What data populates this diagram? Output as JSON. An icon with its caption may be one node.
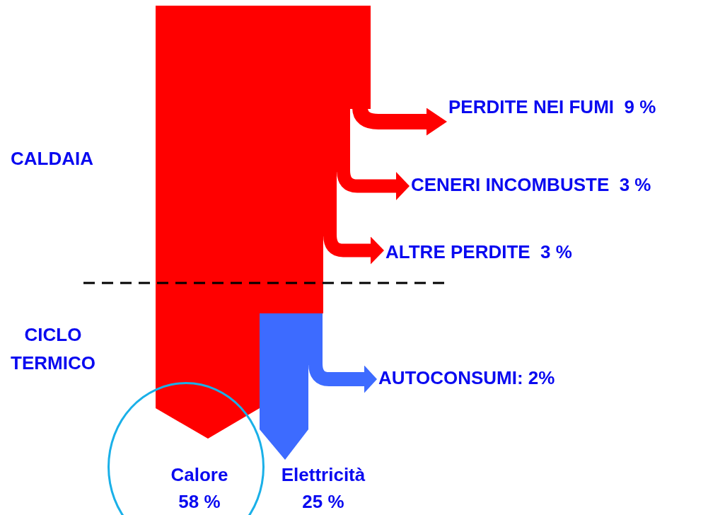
{
  "diagram": {
    "nodes": [
      {
        "text": [
          "PERDITE NEI FUMI  9 %"
        ]
      },
      {
        "text": [
          "CENERI INCOMBUSTE  3 %"
        ]
      },
      {
        "text": [
          "ALTRE PERDITE  3 %"
        ]
      },
      {
        "text": [
          "AUTOCONSUMI: 2%"
        ]
      },
      {
        "text": [
          "Calore 58 %"
        ]
      },
      {
        "text": [
          "Elettricità 25 %"
        ]
      }
    ],
    "edges": [
      {
        "from": null,
        "to": 0,
        "arrow": "to"
      },
      {
        "from": null,
        "to": 1,
        "arrow": "to"
      },
      {
        "from": null,
        "to": 2,
        "arrow": "to"
      },
      {
        "from": null,
        "to": 3,
        "arrow": "to",
        "color": "#3d6bff"
      },
      {
        "from": null,
        "to": 4,
        "arrow": "to"
      },
      {
        "from": null,
        "to": 5,
        "arrow": "to",
        "color": "#3d6bff"
      }
    ],
    "labels": [
      "CALDAIA",
      "CICLO TERMICO"
    ]
  }
}
